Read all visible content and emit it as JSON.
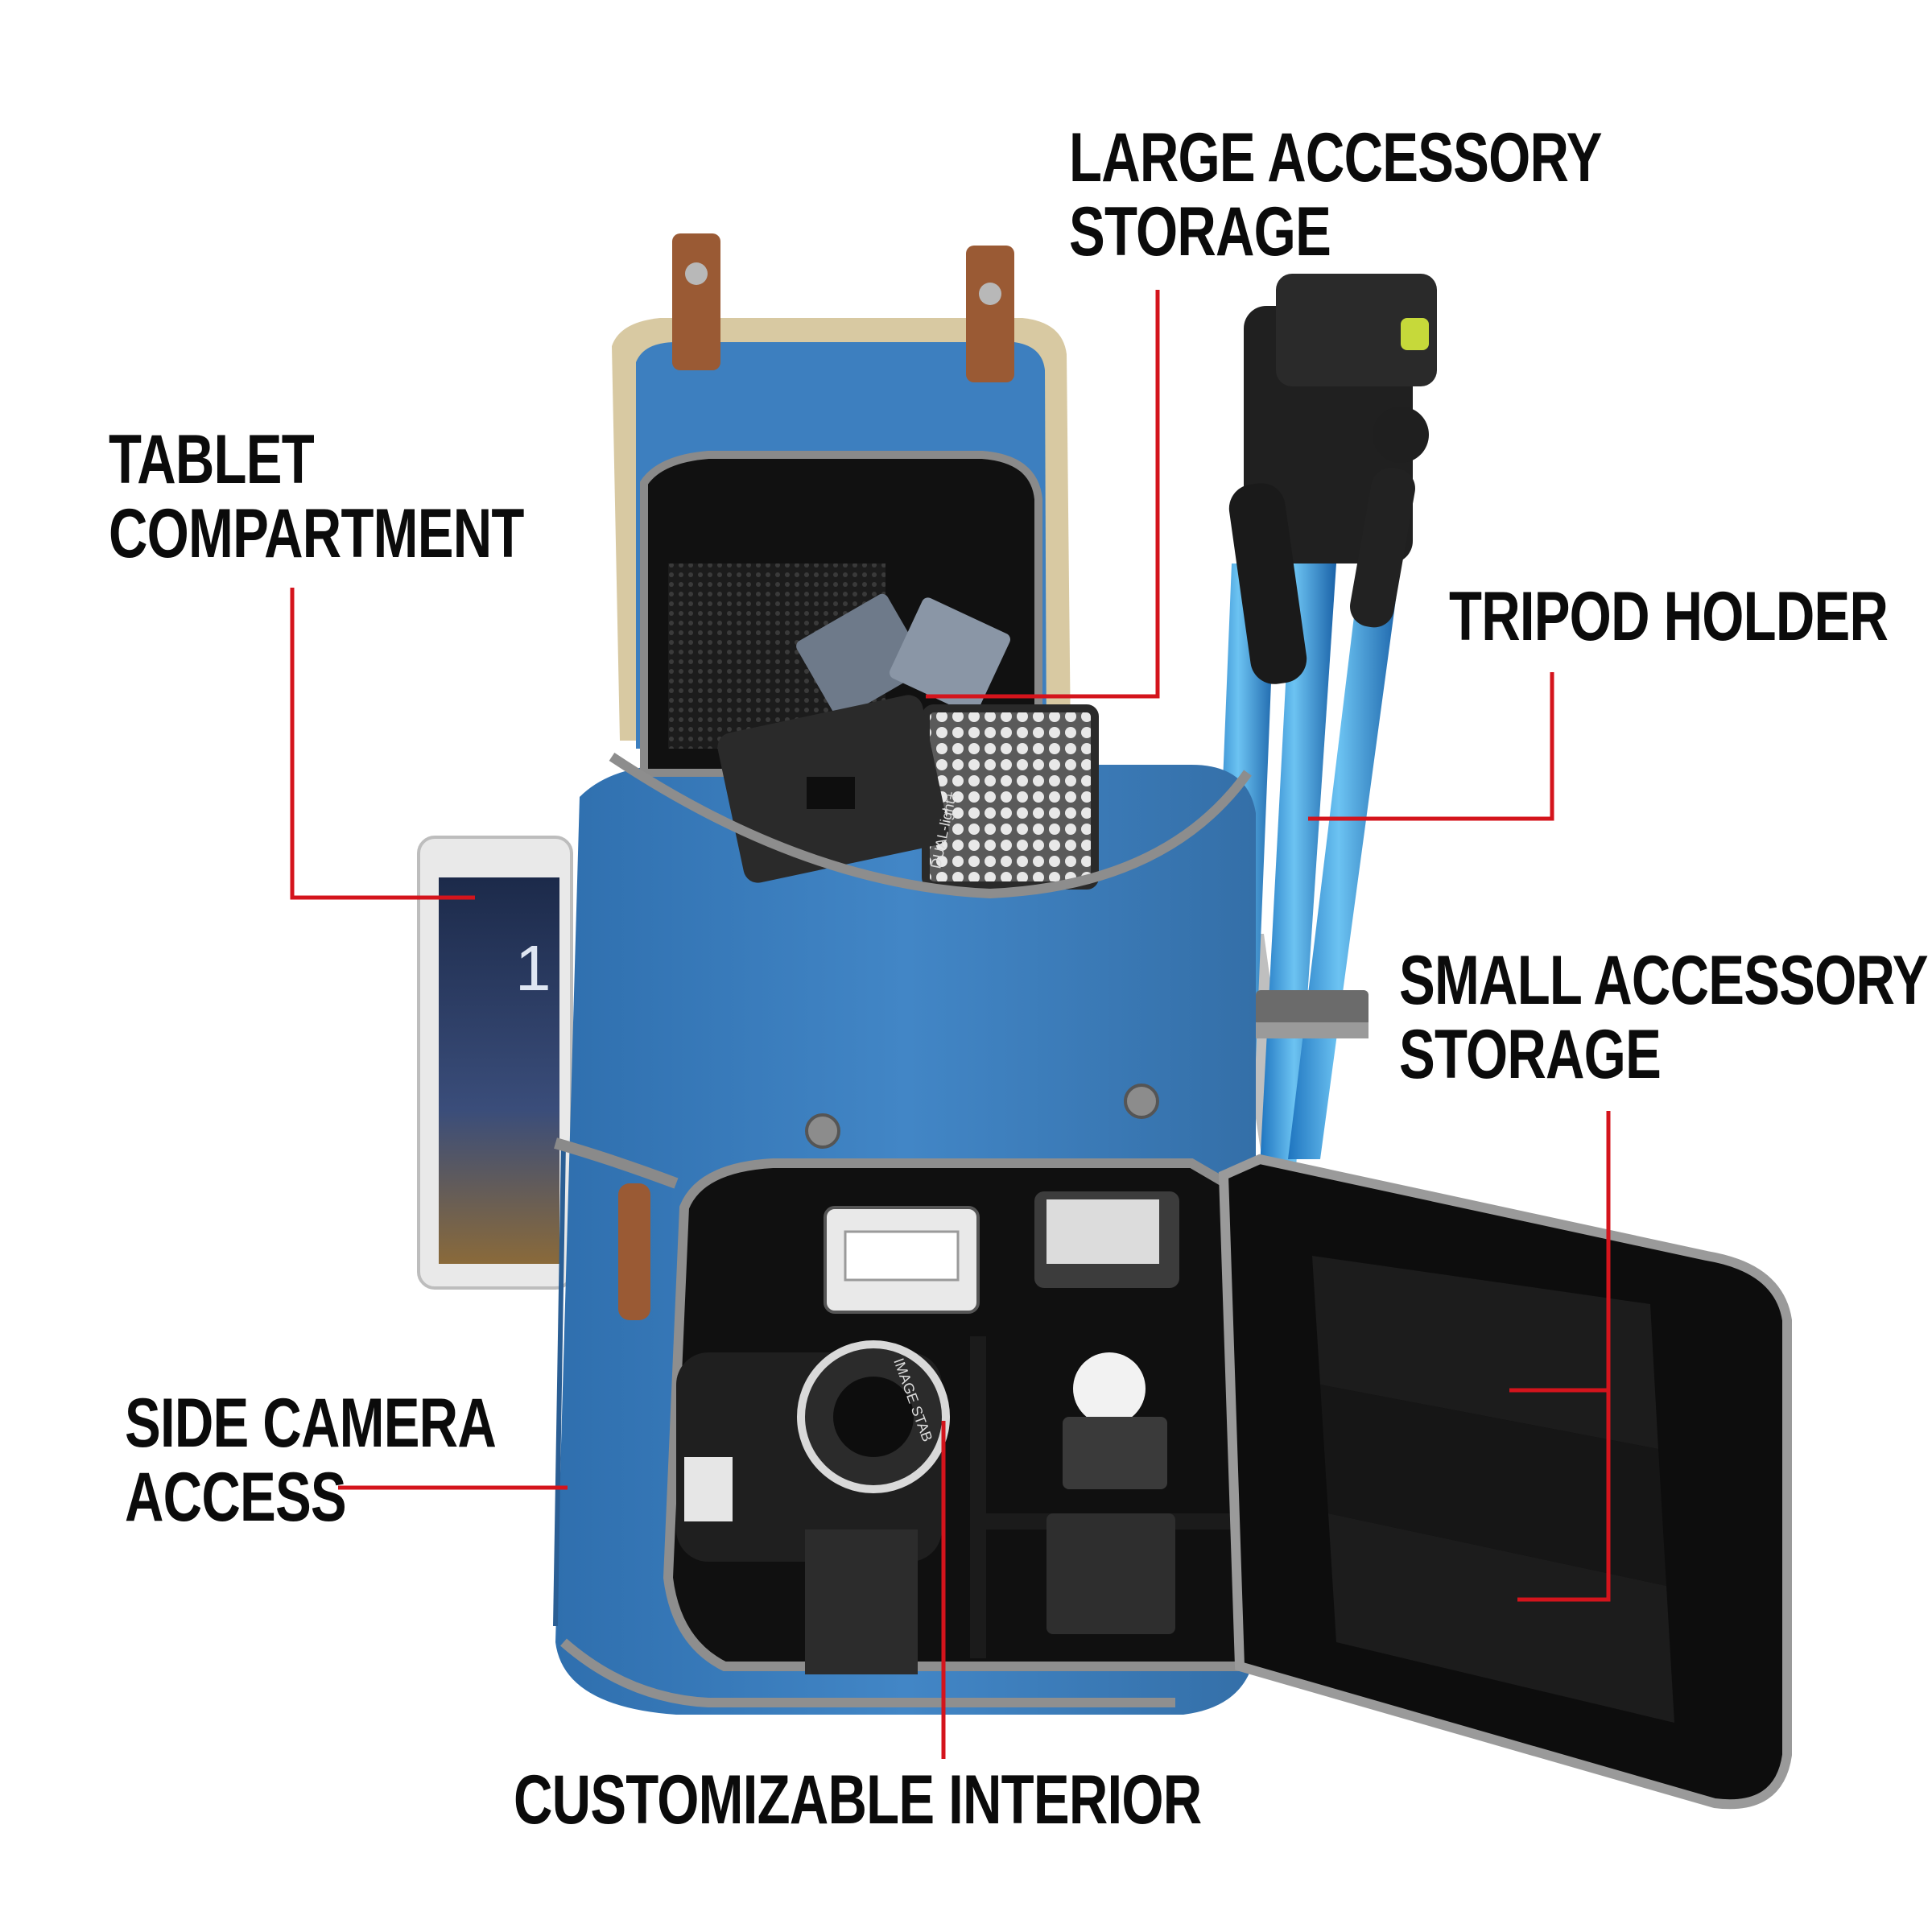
{
  "callouts": {
    "large_accessory": {
      "line1": "LARGE ACCESSORY",
      "line2": "STORAGE"
    },
    "tablet": {
      "line1": "TABLET",
      "line2": "COMPARTMENT"
    },
    "tripod": {
      "line1": "TRIPOD HOLDER"
    },
    "small_accessory": {
      "line1": "SMALL ACCESSORY",
      "line2": "STORAGE"
    },
    "side_camera": {
      "line1": "SIDE CAMERA",
      "line2": "ACCESS"
    },
    "interior": {
      "line1": "CUSTOMIZABLE INTERIOR"
    }
  },
  "product_text": {
    "light_brand": "DUAL-light+",
    "lens_text": "IMAGE STAB"
  },
  "colors": {
    "leader_line": "#d4141c",
    "bag_blue": "#3d7fbf",
    "bag_blue_dark": "#2c6aa6",
    "lining": "#101010",
    "leather": "#9a5a34",
    "trim": "#d8c9a2",
    "tripod_blue": "#2f8fd6"
  }
}
